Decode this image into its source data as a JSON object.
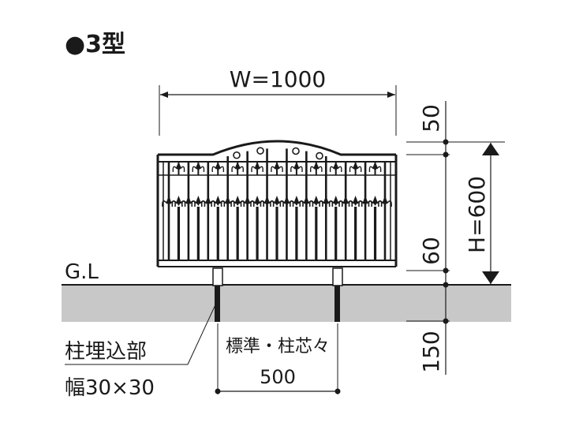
{
  "title": "●3型",
  "dim_width": "W=1000",
  "dim_height": "H=600",
  "dim_top_gap": "50",
  "dim_bottom_gap": "60",
  "dim_embed_depth": "150",
  "ground_label": "G.L",
  "embed_label_line1": "柱埋込部",
  "embed_label_line2": "幅30×30",
  "post_pitch_label": "標準・柱芯々",
  "post_pitch_value": "500",
  "colors": {
    "ground": "#c8c8c8",
    "line": "#1a1a1a"
  }
}
